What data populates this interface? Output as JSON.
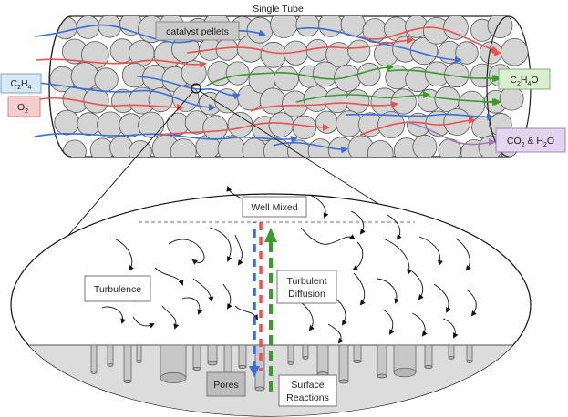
{
  "labels": {
    "title": "Single Tube",
    "catalyst": "catalyst pellets",
    "c2h4": {
      "base": "C",
      "s1": "2",
      "mid": "H",
      "s2": "4"
    },
    "o2": {
      "base": "O",
      "s1": "2"
    },
    "c2h4o": {
      "base": "C",
      "s1": "2",
      "mid": "H",
      "s2": "4",
      "tail": "O"
    },
    "co2h2o": {
      "base": "CO",
      "s1": "2",
      "mid": " & H",
      "s2": "2",
      "tail": "O"
    },
    "well_mixed": "Well Mixed",
    "turbulence": "Turbulence",
    "turb_diff_1": "Turbulent",
    "turb_diff_2": "Diffusion",
    "pores": "Pores",
    "surface_1": "Surface",
    "surface_2": "Reactions"
  },
  "colors": {
    "red": "#e8524f",
    "blue": "#3b6fd6",
    "green": "#3a9a2a",
    "purple": "#a277b8",
    "pellet": "#d4d4d4",
    "c2h4_box": "#d6e8f7",
    "o2_box": "#f6cccc",
    "c2h4o_box": "#d9efd0",
    "co2_box": "#e4d4ee",
    "pores_box": "#bdbdbd"
  }
}
